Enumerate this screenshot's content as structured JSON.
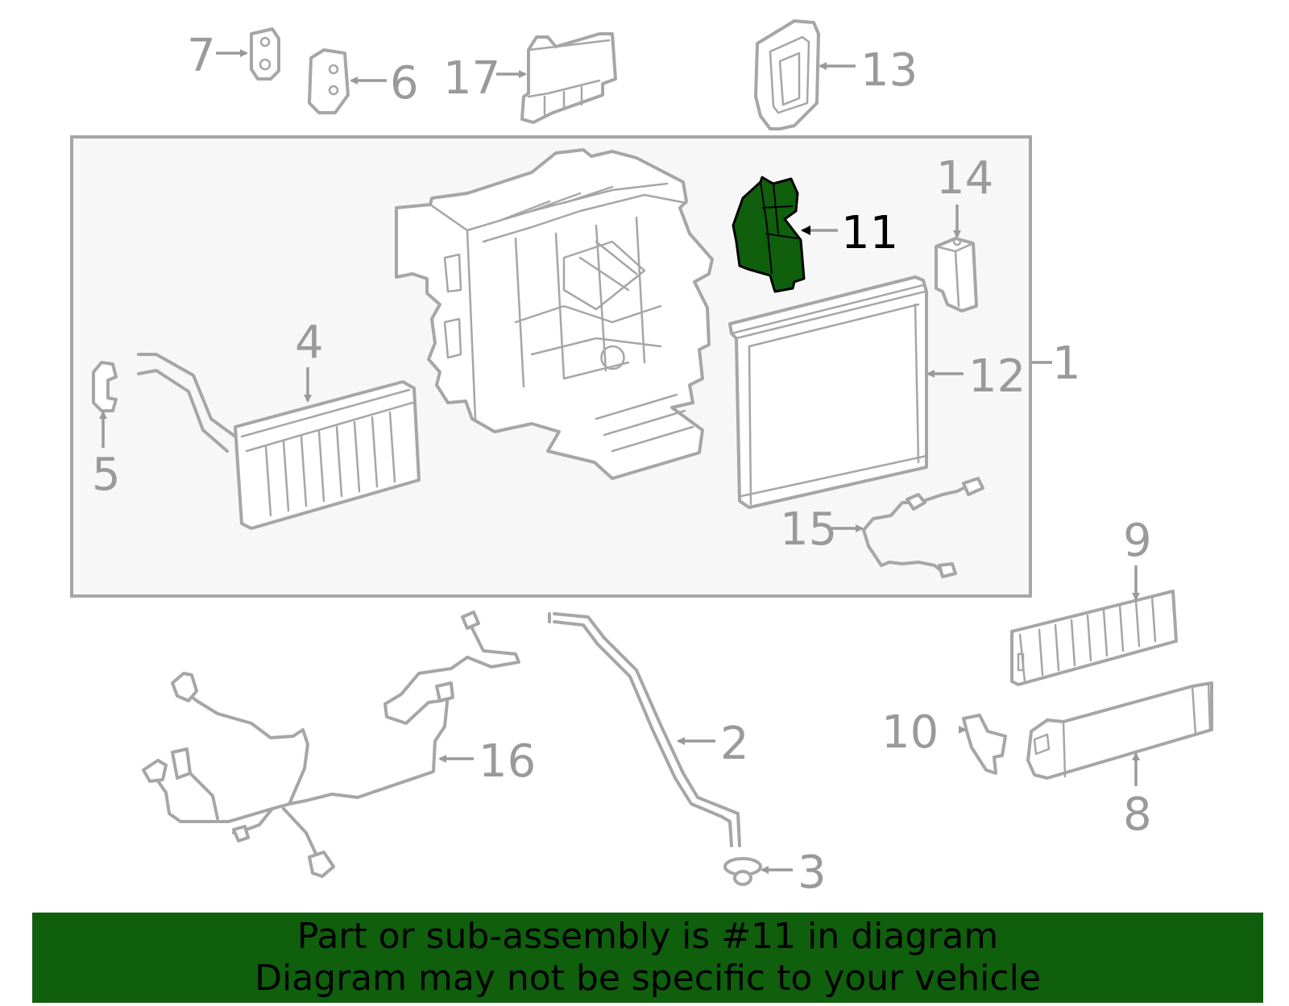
{
  "diagram": {
    "highlighted_part": "11",
    "highlight_color": "#0f5f0d",
    "part_color": "#a6a6a6",
    "callouts": [
      {
        "id": "c1",
        "label": "1"
      },
      {
        "id": "c2",
        "label": "2"
      },
      {
        "id": "c3",
        "label": "3"
      },
      {
        "id": "c4",
        "label": "4"
      },
      {
        "id": "c5",
        "label": "5"
      },
      {
        "id": "c6",
        "label": "6"
      },
      {
        "id": "c7",
        "label": "7"
      },
      {
        "id": "c8",
        "label": "8"
      },
      {
        "id": "c9",
        "label": "9"
      },
      {
        "id": "c10",
        "label": "10"
      },
      {
        "id": "c11",
        "label": "11"
      },
      {
        "id": "c12",
        "label": "12"
      },
      {
        "id": "c13",
        "label": "13"
      },
      {
        "id": "c14",
        "label": "14"
      },
      {
        "id": "c15",
        "label": "15"
      },
      {
        "id": "c16",
        "label": "16"
      },
      {
        "id": "c17",
        "label": "17"
      }
    ]
  },
  "banner": {
    "line1": "Part or sub-assembly is #11 in diagram",
    "line2": "Diagram may not be specific to your vehicle",
    "background": "#0f5f0d"
  }
}
